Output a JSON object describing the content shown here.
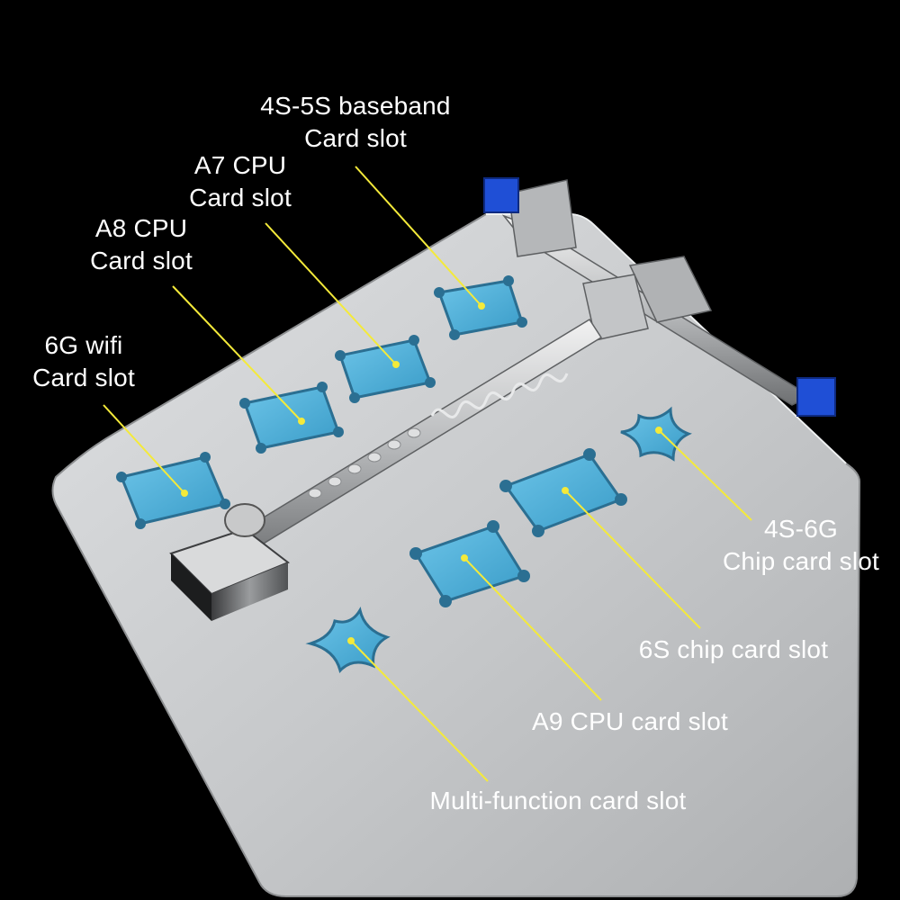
{
  "colors": {
    "background": "#000000",
    "plate": "#c9cbcd",
    "slot": "#4fb0d8",
    "slot_rim": "#2b6f92",
    "leader": "#f4ea3a",
    "clamp_cap": "#1f4fd6",
    "label_text": "#ffffff"
  },
  "labels": {
    "baseband": {
      "line1": "4S-5S baseband",
      "line2": "Card slot"
    },
    "a7": {
      "line1": "A7 CPU",
      "line2": "Card slot"
    },
    "a8": {
      "line1": "A8 CPU",
      "line2": "Card slot"
    },
    "wifi": {
      "line1": "6G wifi",
      "line2": "Card slot"
    },
    "chip_4s6g": {
      "line1": "4S-6G",
      "line2": "Chip card slot"
    },
    "chip_6s": {
      "line1": "6S chip card slot"
    },
    "a9": {
      "line1": "A9 CPU card slot"
    },
    "multi": {
      "line1": "Multi-function card slot"
    }
  }
}
